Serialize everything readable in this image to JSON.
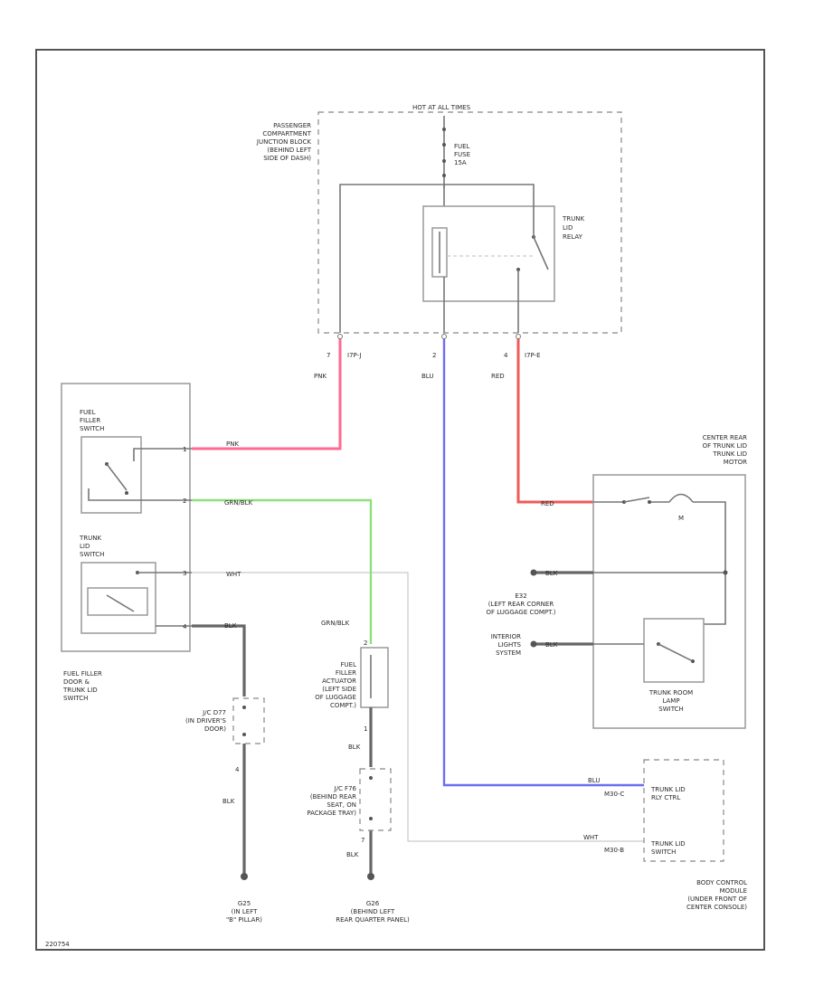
{
  "header": {
    "power": "HOT AT ALL TIMES",
    "junction_block": [
      "PASSENGER",
      "COMPARTMENT",
      "JUNCTION BLOCK",
      "(BEHIND LEFT",
      "SIDE OF DASH)"
    ],
    "fuse": [
      "FUEL",
      "FUSE",
      "15A"
    ],
    "relay": [
      "TRUNK",
      "LID",
      "RELAY"
    ]
  },
  "pins": {
    "pin7": "7",
    "pin2": "2",
    "pin4": "4",
    "conn_left": "I7P-J",
    "conn_right": "I7P-E"
  },
  "wire_colors": {
    "pnk_a": "PNK",
    "blu_a": "BLU",
    "red_a": "RED",
    "pnk_b": "PNK",
    "grn_blk_a": "GRN/BLK",
    "wht_a": "WHT",
    "blk_a": "BLK",
    "grn_blk_b": "GRN/BLK",
    "blk_b": "BLK",
    "blk_c": "BLK",
    "blk_d": "BLK",
    "red_b": "RED",
    "blk_e": "BLK",
    "blk_f": "BLK",
    "blu_b": "BLU",
    "wht_b": "WHT"
  },
  "components": {
    "fuel_filler_switch": [
      "FUEL",
      "FILLER",
      "SWITCH"
    ],
    "trunk_lid_switch": [
      "TRUNK",
      "LID",
      "SWITCH"
    ],
    "fuel_door_switch": [
      "FUEL FILLER",
      "DOOR &",
      "TRUNK LID",
      "SWITCH"
    ],
    "jc_left": [
      "J/C D77",
      "(IN DRIVER'S",
      "DOOR)"
    ],
    "actuator": [
      "FUEL",
      "FILLER",
      "ACTUATOR",
      "(LEFT SIDE",
      "OF LUGGAGE",
      "COMPT.)"
    ],
    "jc_mid": [
      "J/C F76",
      "(BEHIND REAR",
      "SEAT, ON",
      "PACKAGE TRAY)"
    ],
    "center_rear": [
      "CENTER REAR",
      "OF TRUNK LID",
      "TRUNK LID",
      "MOTOR"
    ],
    "ground_e32": [
      "E32",
      "(LEFT REAR CORNER",
      "OF LUGGAGE COMPT.)"
    ],
    "interior_lights": [
      "INTERIOR",
      "LIGHTS",
      "SYSTEM"
    ],
    "trunk_room_switch": [
      "TRUNK ROOM",
      "LAMP",
      "SWITCH"
    ],
    "bcm_ctrl": [
      "TRUNK LID",
      "RLY CTRL"
    ],
    "bcm_switch": [
      "TRUNK LID",
      "SWITCH"
    ],
    "bcm_pin_ctrl": "M30-C",
    "bcm_pin_switch": "M30-B",
    "bcm_title": [
      "BODY CONTROL",
      "MODULE",
      "(UNDER FRONT OF",
      "CENTER CONSOLE)"
    ],
    "ground_left": [
      "G25",
      "(IN LEFT",
      "\"B\" PILLAR)"
    ],
    "ground_mid": [
      "G26",
      "(BEHIND LEFT",
      "REAR QUARTER PANEL)"
    ]
  },
  "footer": {
    "code": "220754"
  }
}
